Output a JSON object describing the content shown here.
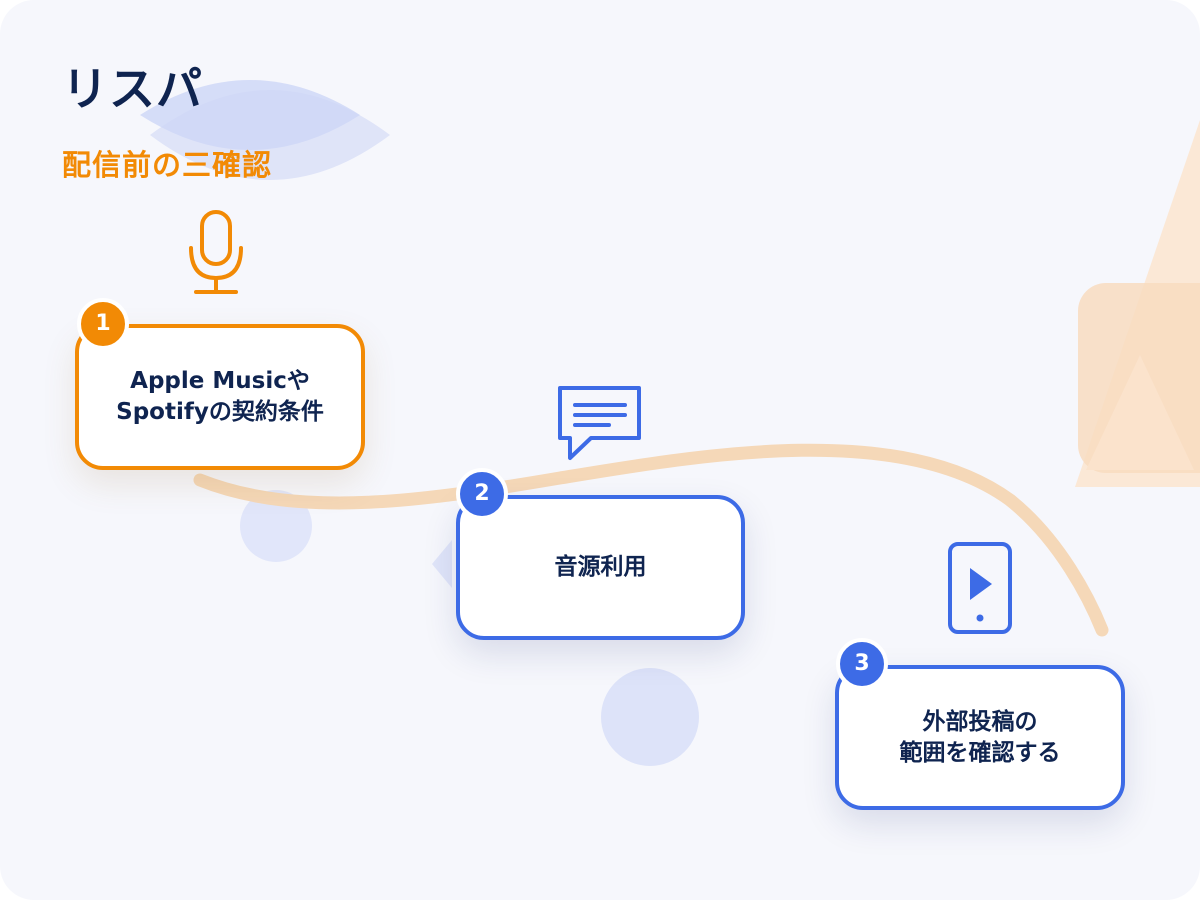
{
  "header": {
    "title": "リスパ",
    "subtitle": "配信前の三確認"
  },
  "colors": {
    "navy": "#0f2450",
    "orange": "#f28a05",
    "blue": "#3d6be6",
    "background": "#f6f7fc",
    "path": "#f5d8b8"
  },
  "steps": [
    {
      "number": "1",
      "text": "Apple Musicや\nSpotifyの契約条件",
      "icon": "microphone-icon",
      "accent": "orange"
    },
    {
      "number": "2",
      "text": "音源利用",
      "icon": "chat-bubble-icon",
      "accent": "blue"
    },
    {
      "number": "3",
      "text": "外部投稿の\n範囲を確認する",
      "icon": "phone-play-icon",
      "accent": "blue"
    }
  ]
}
